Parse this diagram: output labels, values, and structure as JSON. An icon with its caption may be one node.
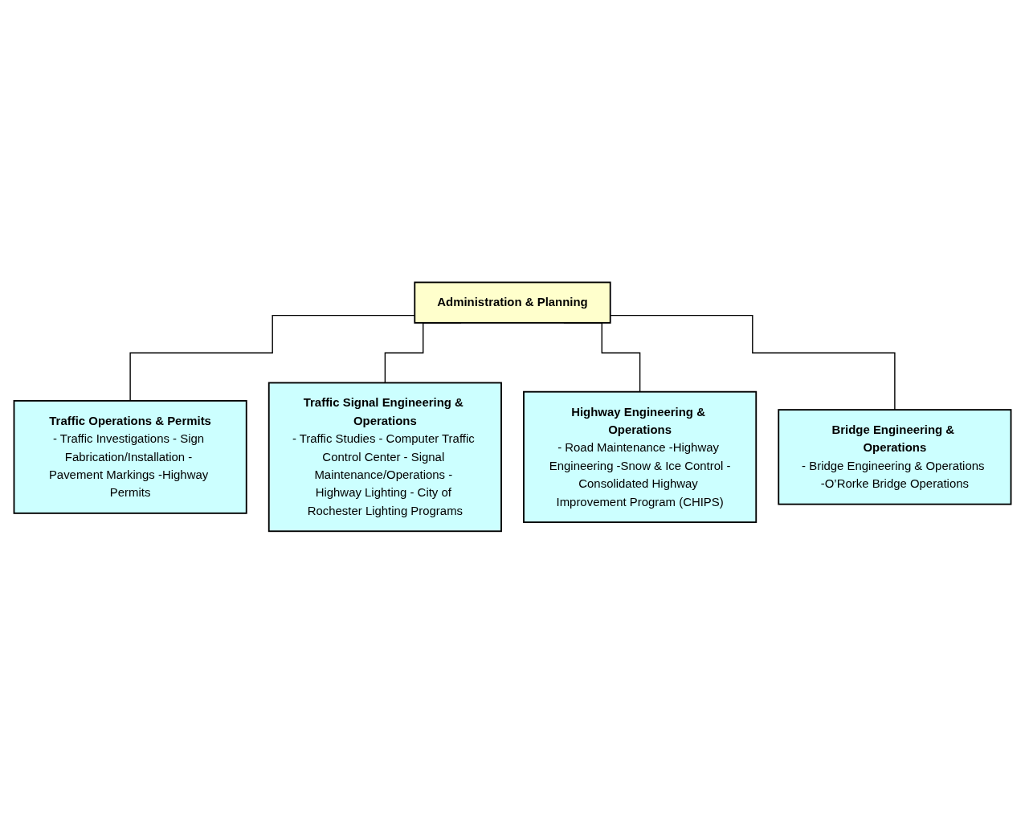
{
  "diagram": {
    "nodes": [
      {
        "text": [
          "Administration & Planning"
        ]
      },
      {
        "text": [
          "Traffic Operations & Permits",
          "- Traffic Investigations - Sign Fabrication/Installation - Pavement Markings -Highway Permits"
        ]
      },
      {
        "text": [
          "Traffic Signal Engineering & Operations",
          "- Traffic Studies - Computer Traffic Control Center - Signal Maintenance/Operations - Highway Lighting - City of Rochester Lighting Programs"
        ]
      },
      {
        "text": [
          "Highway Engineering & Operations",
          "- Road Maintenance -Highway Engineering -Snow & Ice Control -Consolidated Highway Improvement Program (CHIPS)"
        ]
      },
      {
        "text": [
          "Bridge Engineering & Operations",
          "- Bridge Engineering & Operations -O’Rorke Bridge Operations"
        ]
      }
    ],
    "edges": [
      {
        "from": 0,
        "to": 1,
        "arrow": "none"
      },
      {
        "from": 0,
        "to": 2,
        "arrow": "none"
      },
      {
        "from": 0,
        "to": 3,
        "arrow": "none"
      },
      {
        "from": 0,
        "to": 4,
        "arrow": "none"
      }
    ]
  }
}
